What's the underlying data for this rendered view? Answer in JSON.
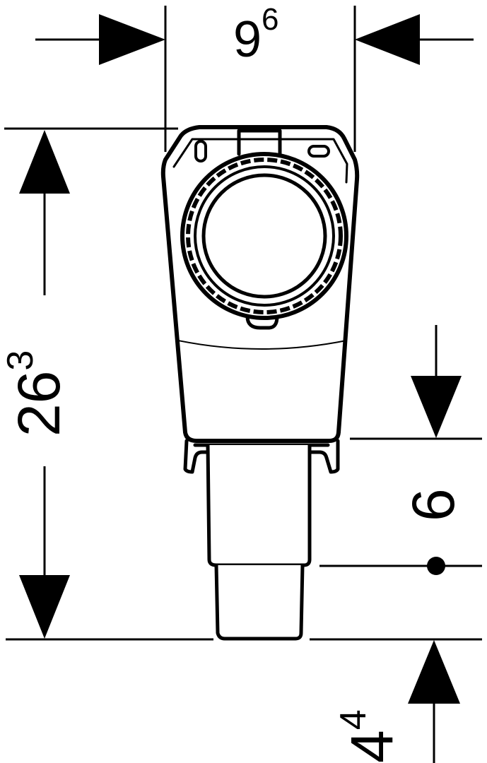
{
  "dimensions": {
    "width": {
      "main": "9",
      "sup": "6"
    },
    "height": {
      "main": "26",
      "sup": "3"
    },
    "offset": {
      "main": "6"
    },
    "bottom": {
      "main": "4",
      "sup": "4"
    }
  },
  "colors": {
    "line": "#000000",
    "background": "#ffffff"
  }
}
